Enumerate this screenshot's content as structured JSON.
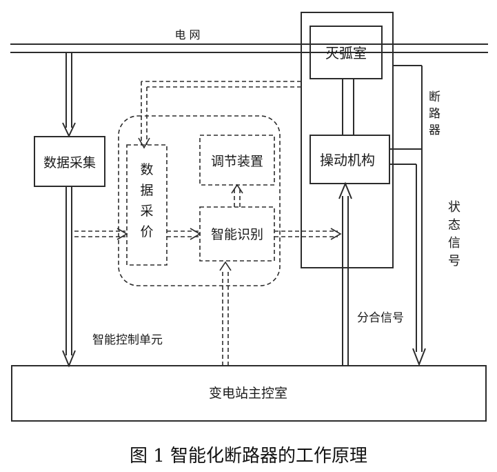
{
  "labels": {
    "grid": "电 网",
    "arc_chamber": "灭弧室",
    "breaker_vertical": [
      "断",
      "路",
      "器"
    ],
    "data_acquisition": "数据采集",
    "data_evaluation_vertical": [
      "数",
      "据",
      "采",
      "价"
    ],
    "adjusting_device": "调节装置",
    "operating_mechanism": "操动机构",
    "intelligent_recognition": "智能识别",
    "status_signal_vertical": [
      "状",
      "态",
      "信",
      "号"
    ],
    "open_close_signal": "分合信号",
    "intelligent_control_unit": "智能控制单元",
    "substation_main_control": "变电站主控室"
  },
  "caption": "图 1 智能化断路器的工作原理",
  "colors": {
    "line": "#2b2b2b",
    "background": "#ffffff"
  }
}
